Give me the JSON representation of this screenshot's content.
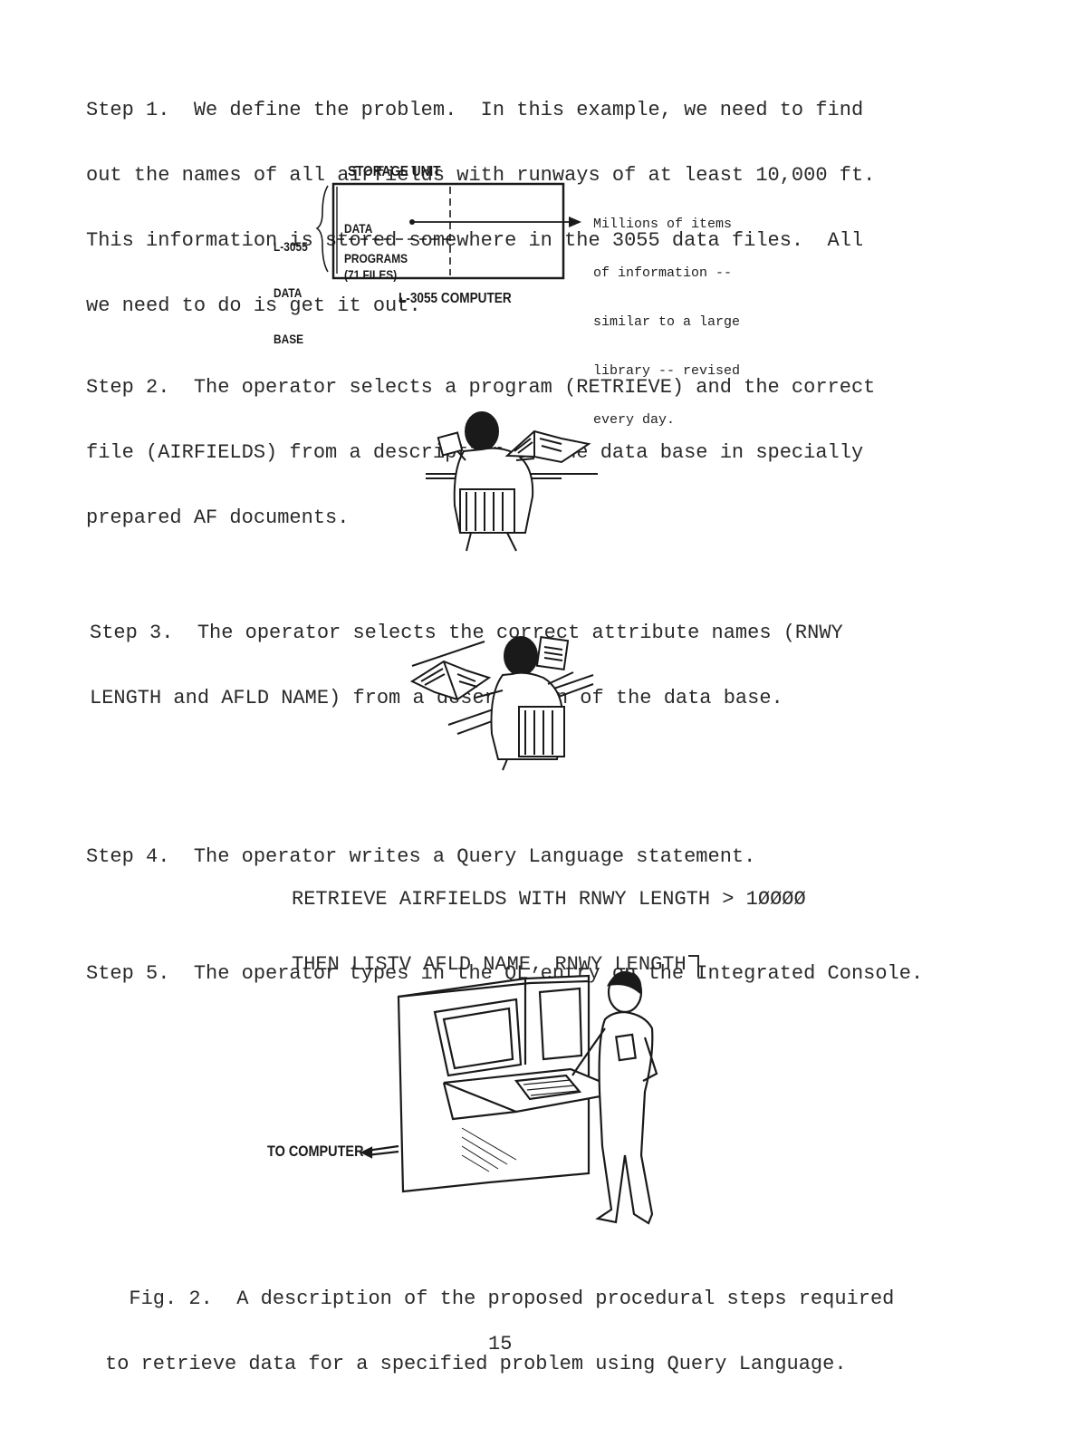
{
  "steps": [
    {
      "lines": [
        "Step 1.  We define the problem.  In this example, we need to find",
        "out the names of all airfields with runways of at least 10,000 ft.",
        "This information is stored somewhere in the 3055 data files.  All",
        "we need to do is get it out."
      ]
    },
    {
      "lines": [
        "Step 2.  The operator selects a program (RETRIEVE) and the correct",
        "file (AIRFIELDS) from a description of the data base in specially",
        "prepared AF documents."
      ]
    },
    {
      "lines": [
        "Step 3.  The operator selects the correct attribute names (RNWY",
        "LENGTH and AFLD NAME) from a description of the data base."
      ]
    },
    {
      "lines": [
        "Step 4.  The operator writes a Query Language statement."
      ]
    },
    {
      "lines": [
        "Step 5.  The operator types in the QL entry on the Integrated Console."
      ]
    }
  ],
  "diagram": {
    "storage_unit": "STORAGE UNIT",
    "data_base_label": [
      "L-3055",
      "DATA",
      "BASE"
    ],
    "data_label": [
      "DATA",
      "(71 FILES)"
    ],
    "programs_label": "PROGRAMS",
    "computer_label": "L-3055 COMPUTER",
    "note": [
      "Millions of items",
      "of information --",
      "similar to a large",
      "library -- revised",
      "every day."
    ]
  },
  "query": {
    "lines": [
      "RETRIEVE AIRFIELDS WITH RNWY LENGTH > 1ØØØØ",
      "THEN LISTV AFLD NAME, RNWY LENGTH"
    ]
  },
  "console_label": "TO COMPUTER",
  "caption": {
    "lines": [
      "  Fig. 2.  A description of the proposed procedural steps required",
      "to retrieve data for a specified problem using Query Language."
    ]
  },
  "page_number": "15"
}
